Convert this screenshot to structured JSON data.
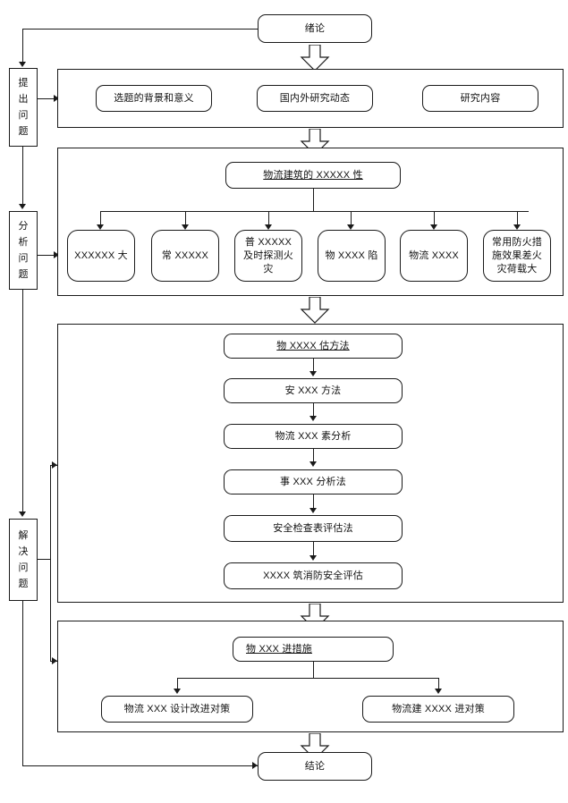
{
  "diagram": {
    "title_top": "绪论",
    "title_bottom": "结论",
    "stages": [
      {
        "name": "stage-raise",
        "label": "提出问题",
        "chars": [
          "提",
          "出",
          "问",
          "题"
        ]
      },
      {
        "name": "stage-analyze",
        "label": "分析问题",
        "chars": [
          "分",
          "析",
          "问",
          "题"
        ]
      },
      {
        "name": "stage-solve",
        "label": "解决问题",
        "chars": [
          "解",
          "决",
          "问",
          "题"
        ]
      }
    ],
    "section_intro": {
      "items": [
        "选题的背景和意义",
        "国内外研究动态",
        "研究内容"
      ]
    },
    "section_analysis": {
      "header": "物流建筑的 XXXXX 性",
      "items": [
        "XXXXXX 大",
        "常 XXXXX",
        "普 XXXXX 及时探测火灾",
        "物 XXXX 陷",
        "物流 XXXX",
        "常用防火措施效果差火灾荷载大"
      ]
    },
    "section_methods": {
      "header": "物 XXXX 估方法",
      "items": [
        "安 XXX 方法",
        "物流 XXX 素分析",
        "事 XXX 分析法",
        "安全检查表评估法",
        "XXXX 筑消防安全评估"
      ]
    },
    "section_solutions": {
      "header": "物 XXX 进措施",
      "items": [
        "物流 XXX 设计改进对策",
        "物流建 XXXX 进对策"
      ]
    },
    "connectors": {
      "block_arrow_icon": "down-block-arrow-icon",
      "arrow_head_icon": "arrow-head-icon"
    },
    "colors": {
      "stroke": "#1a1a1a",
      "background": "#ffffff",
      "text": "#111111"
    }
  }
}
